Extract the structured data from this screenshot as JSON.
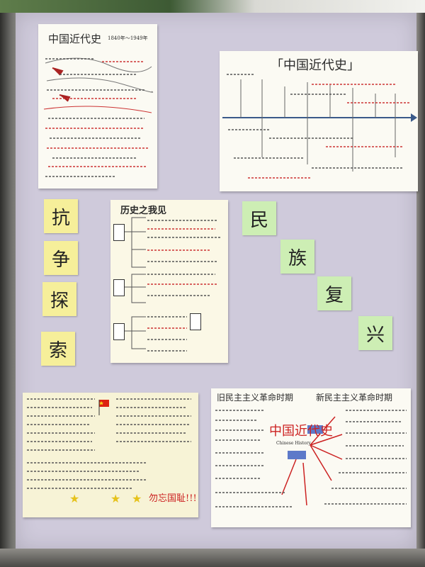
{
  "poster1": {
    "title": "中国近代史",
    "subtitle": "1840年～1949年"
  },
  "poster2": {
    "title": "「中国近代史」"
  },
  "poster3": {
    "title": "历史之我见"
  },
  "poster5": {
    "title_left": "旧民主主义革命时期",
    "title_right": "新民主主义革命时期",
    "center_title": "中国近代史",
    "center_en": "Chinese History"
  },
  "poster4": {
    "slogan": "勿忘国耻!!!"
  },
  "notes_left": [
    "抗",
    "争",
    "探",
    "索"
  ],
  "notes_right": [
    "民",
    "族",
    "复",
    "兴"
  ],
  "colors": {
    "board": "#cfcadb",
    "yellow_note": "#f6ef9a",
    "green_note": "#cdeeb4",
    "red_ink": "#c22"
  }
}
